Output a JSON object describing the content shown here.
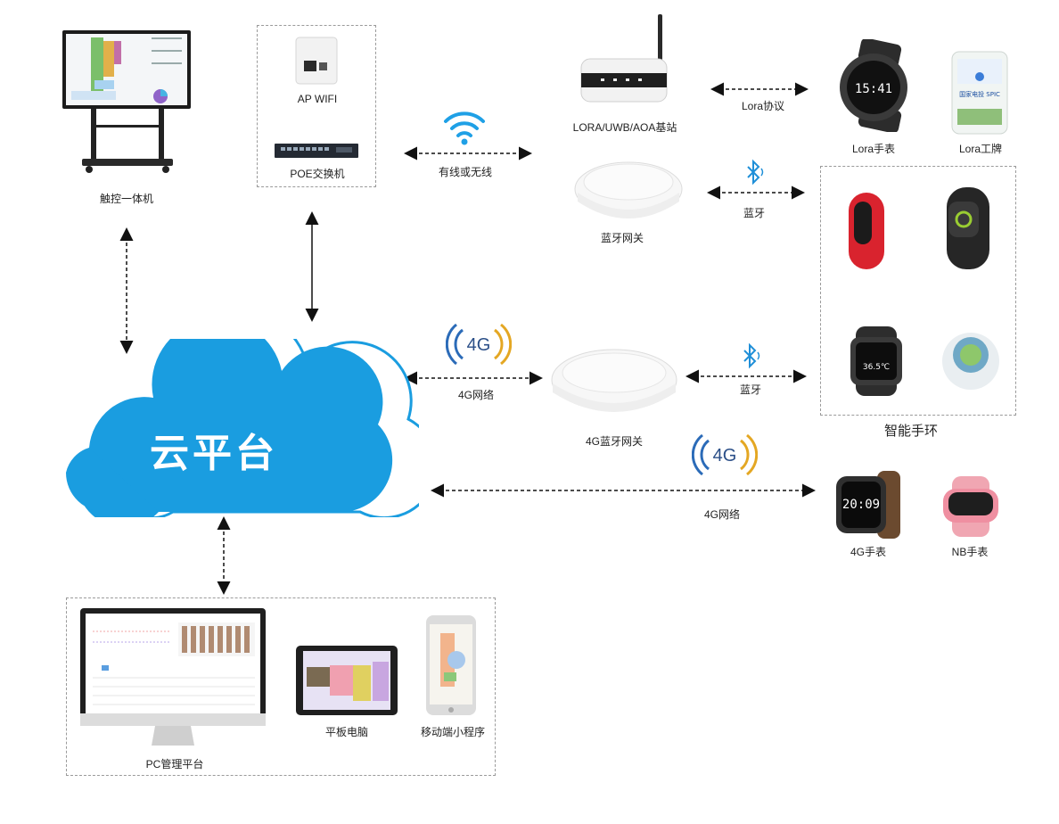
{
  "cloud": {
    "label": "云平台",
    "color": "#1a9de0"
  },
  "devices": {
    "touch_screen": "触控一体机",
    "ap_wifi": "AP   WIFI",
    "poe_switch": "POE交换机",
    "lora_base_station": "LORA/UWB/AOA基站",
    "bluetooth_gateway": "蓝牙网关",
    "gateway_4g_bt": "4G蓝牙网关",
    "lora_watch": "Lora手表",
    "lora_badge": "Lora工牌",
    "smart_bands_group": "智能手环",
    "watch_4g": "4G手表",
    "watch_nb": "NB手表",
    "pc_platform": "PC管理平台",
    "tablet": "平板电脑",
    "mini_program": "移动端小程序"
  },
  "links": {
    "wired_or_wireless": "有线或无线",
    "lora_protocol": "Lora协议",
    "bluetooth_1": "蓝牙",
    "bluetooth_2": "蓝牙",
    "network_4g_1": "4G网络",
    "network_4g_2": "4G网络"
  },
  "icons": {
    "badge_4g_1": "4G",
    "badge_4g_2": "4G",
    "watch_time_lora": "15:41",
    "watch_time_4g": "20:09",
    "band_temp": "36.5℃",
    "badge_brand": "国家电投 SPIC"
  },
  "colors": {
    "wifi": "#1fa0e6",
    "bluetooth": "#1f8fd8",
    "arrow": "#111111",
    "signal_4g_blue": "#2b6bb8",
    "signal_4g_gold": "#e4a723"
  }
}
